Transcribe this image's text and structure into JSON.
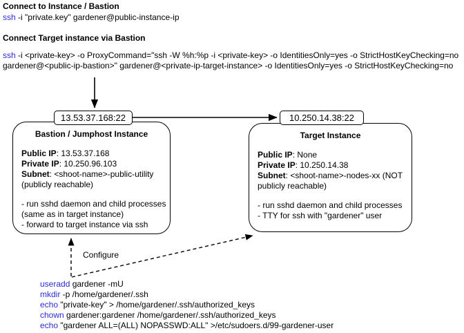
{
  "sections": {
    "connect_heading": "Connect to Instance / Bastion",
    "connect_cmd_keyword": "ssh",
    "connect_cmd_rest": " -i \"private.key\" gardener@public-instance-ip",
    "bastion_heading": "Connect Target instance via Bastion",
    "bastion_cmd_keyword": "ssh",
    "bastion_cmd_line1": "  -i <private-key> -o ProxyCommand=\"ssh -W %h:%p -i <private-key> -o IdentitiesOnly=yes -o StrictHostKeyChecking=no",
    "bastion_cmd_line2": "gardener@<public-ip-bastion>\" gardener@<private-ip-target-instance> -o IdentitiesOnly=yes -o StrictHostKeyChecking=no"
  },
  "bastion": {
    "port_label": "13.53.37.168:22",
    "title": "Bastion / Jumphost Instance",
    "public_ip_label": "Public IP",
    "public_ip_value": ": 13.53.37.168",
    "private_ip_label": "Private IP",
    "private_ip_value": ": 10.250.96.103",
    "subnet_label": "Subnet",
    "subnet_value": ": <shoot-name>-public-utility",
    "subnet_note": "(publicly reachable)",
    "note1": "- run sshd daemon and child processes",
    "note2": "(same as in target instance)",
    "note3": "- forward to target instance via ssh"
  },
  "target": {
    "port_label": "10.250.14.38:22",
    "title": "Target Instance",
    "public_ip_label": "Public IP",
    "public_ip_value": ": None",
    "private_ip_label": "Private IP",
    "private_ip_value": ": 10.250.14.38",
    "subnet_label": "Subnet",
    "subnet_value": ": <shoot-name>-nodes-xx (NOT",
    "subnet_note": "publicly reachable)",
    "note1": "- run sshd daemon and child processes",
    "note2": "- TTY for ssh with \"gardener\" user",
    "note3": ""
  },
  "edges": {
    "configure_label": "Configure"
  },
  "script": {
    "lines": [
      {
        "keyword": "useradd",
        "rest": " gardener -mU"
      },
      {
        "keyword": "mkdir",
        "rest": " -p /home/gardener/.ssh"
      },
      {
        "keyword": "echo",
        "rest": " \"private-key\" > /home/gardener/.ssh/authorized_keys"
      },
      {
        "keyword": "chown",
        "rest": " gardener:gardener /home/gardener/.ssh/authorized_keys"
      },
      {
        "keyword": "echo",
        "rest": " \"gardener ALL=(ALL) NOPASSWD:ALL\" >/etc/sudoers.d/99-gardener-user"
      }
    ]
  },
  "colors": {
    "keyword": "#2b2bd6",
    "stroke": "#000000",
    "background": "#ffffff"
  }
}
